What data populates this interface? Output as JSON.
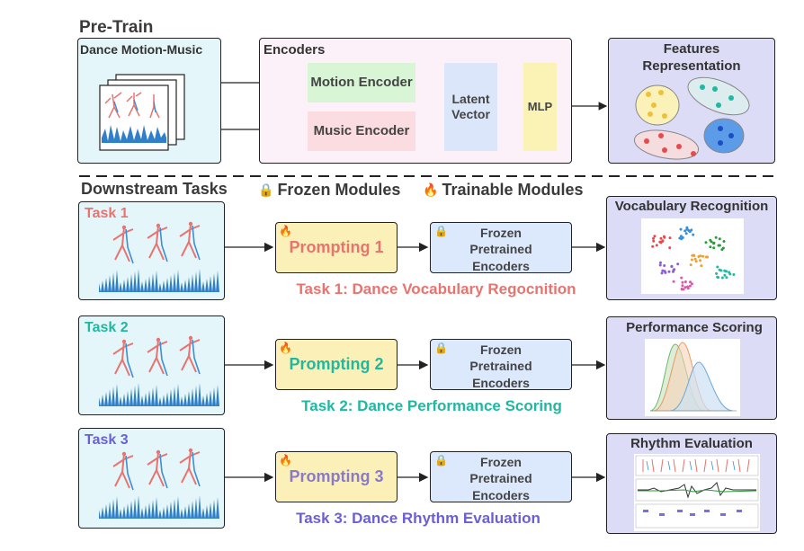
{
  "pretrain": {
    "title": "Pre-Train",
    "input_title": "Dance Motion-Music",
    "encoders_title": "Encoders",
    "motion_encoder": "Motion Encoder",
    "music_encoder": "Music Encoder",
    "latent": "Latent Vector",
    "mlp": "MLP",
    "features": "Features Representation"
  },
  "downstream": {
    "title": "Downstream Tasks",
    "frozen_legend": "Frozen Modules",
    "trainable_legend": "Trainable Modules"
  },
  "tasks": [
    {
      "label": "Task 1",
      "color": "#e8736f",
      "prompt": "Prompting 1",
      "frozen": "Frozen Pretrained Encoders",
      "caption": "Task 1: Dance Vocabulary Regocnition",
      "output": "Vocabulary Recognition"
    },
    {
      "label": "Task 2",
      "color": "#1fb8a0",
      "prompt": "Prompting 2",
      "frozen": "Frozen Pretrained Encoders",
      "caption": "Task 2: Dance Performance Scoring",
      "output": "Performance Scoring"
    },
    {
      "label": "Task 3",
      "color": "#6a5fd6",
      "prompt": "Prompting 3",
      "frozen": "Frozen Pretrained Encoders",
      "caption": "Task 3: Dance Rhythm Evaluation",
      "output": "Rhythm Evaluation"
    }
  ],
  "colors": {
    "task1": "#e8736f",
    "task2": "#1fb8a0",
    "task3": "#6a5fd6",
    "prompt3_text": "#8a7ac8"
  },
  "icons": [
    "lock-icon",
    "fire-icon"
  ]
}
